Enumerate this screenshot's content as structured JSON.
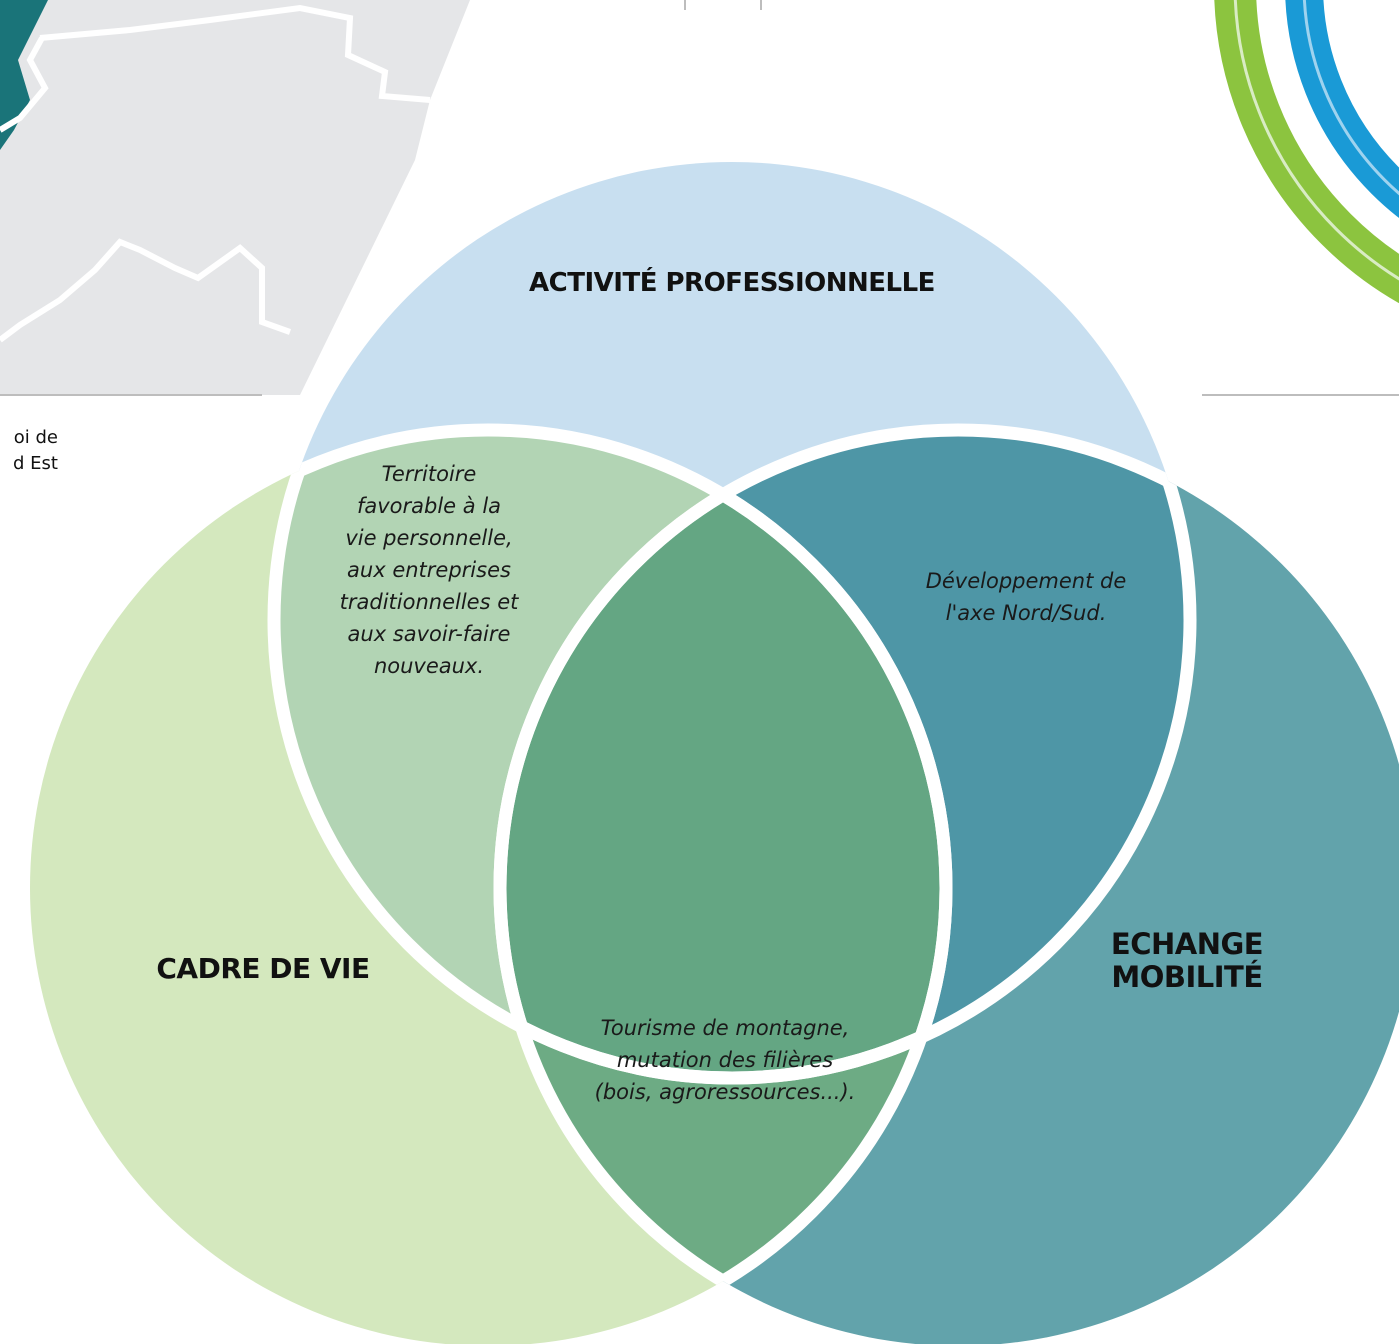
{
  "venn": {
    "circles": {
      "top": {
        "label": "ACTIVITÉ PROFESSIONNELLE",
        "color": "#c8dff0"
      },
      "left": {
        "label": "CADRE DE VIE",
        "color": "#d4e8be"
      },
      "right": {
        "label_line1": "ECHANGE",
        "label_line2": "MOBILITÉ",
        "color": "#62a3ab"
      }
    },
    "overlaps": {
      "top_left": {
        "lines": [
          "Territoire",
          "favorable à la",
          "vie personnelle,",
          "aux entreprises",
          "traditionnelles et",
          "aux savoir-faire",
          "nouveaux."
        ],
        "color": "#b2d4b4"
      },
      "top_right": {
        "lines": [
          "Développement de",
          "l'axe Nord/Sud."
        ],
        "color": "#4e96a6"
      },
      "left_right": {
        "lines": [
          "Tourisme de montagne,",
          "mutation des filières",
          "(bois, agroressources...)."
        ],
        "color": "#6dab84"
      },
      "center": {
        "color": "#64a683"
      }
    },
    "separator_color": "#ffffff"
  },
  "background": {
    "map_color": "#e5e6e8",
    "map_border_color": "#ffffff",
    "map_dark_color": "#1a7479",
    "rule_color": "#bdbdbd",
    "rings": {
      "outer": "#8cc43f",
      "inner": "#1a9ad6",
      "line": "#d9ecc4"
    }
  },
  "fragments": {
    "line1": "oi de",
    "line2": "d Est"
  }
}
